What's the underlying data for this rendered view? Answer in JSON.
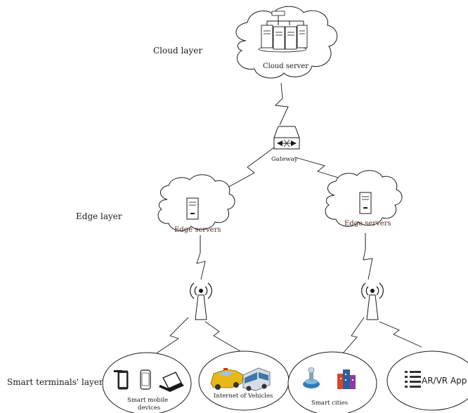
{
  "layers": {
    "cloud": "Cloud layer",
    "edge": "Edge layer",
    "terminals": "Smart terminals' layer"
  },
  "nodes": {
    "cloud_server": "Cloud server",
    "gateway": "Gateway",
    "edge_left": "Edge servers",
    "edge_right": "Edge servers",
    "mobile_line1": "Smart mobile",
    "mobile_line2": "devices",
    "vehicles": "Internet of Vehicles",
    "cities": "Smart cities",
    "arvr": "AR/VR App"
  },
  "icons": [
    "server-rack-icon",
    "gateway-icon",
    "edge-server-icon",
    "radio-tower-icon",
    "tablet-icon",
    "phone-icon",
    "laptop-icon",
    "taxi-icon",
    "bus-icon",
    "city-icon",
    "list-icon"
  ]
}
